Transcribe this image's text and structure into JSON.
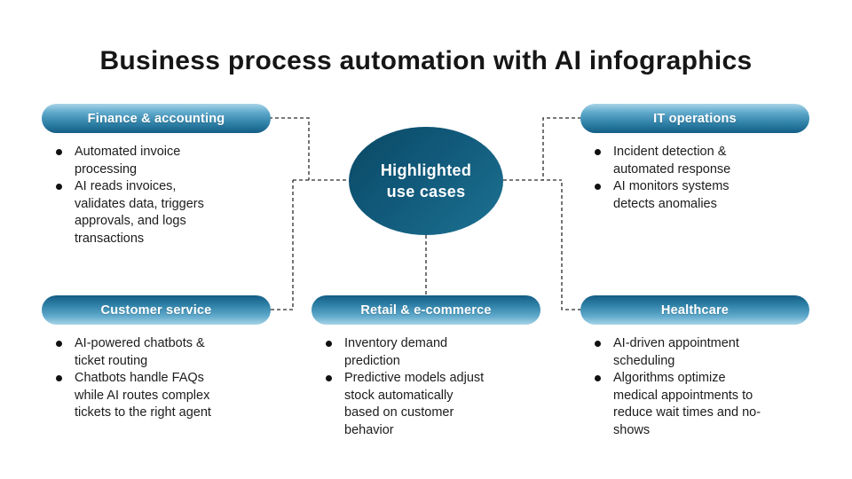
{
  "title": "Business process automation with AI infographics",
  "center": {
    "label": "Highlighted use cases"
  },
  "sections": [
    {
      "id": "finance",
      "label": "Finance & accounting",
      "bullets": [
        "Automated invoice processing",
        "AI reads invoices, validates data, triggers approvals, and logs transactions"
      ]
    },
    {
      "id": "it-operations",
      "label": "IT operations",
      "bullets": [
        "Incident detection & automated response",
        "AI monitors systems detects anomalies"
      ]
    },
    {
      "id": "customer-service",
      "label": "Customer service",
      "bullets": [
        "AI-powered chatbots & ticket routing",
        "Chatbots handle FAQs while AI routes complex tickets to the right agent"
      ]
    },
    {
      "id": "retail-ecommerce",
      "label": "Retail & e-commerce",
      "bullets": [
        "Inventory demand prediction",
        "Predictive models adjust stock automatically based on customer behavior"
      ]
    },
    {
      "id": "healthcare",
      "label": "Healthcare",
      "bullets": [
        "AI-driven appointment scheduling",
        "Algorithms optimize medical appointments to reduce wait times and no-shows"
      ]
    }
  ],
  "colors": {
    "background": "#ffffff",
    "title_text": "#161616",
    "body_text": "#1c1c1c",
    "pill_text": "#ffffff",
    "pill_gradient_light": "#a8d4e6",
    "pill_gradient_mid": "#2e80a6",
    "pill_gradient_dark": "#135d85",
    "ellipse_dark": "#0a4965",
    "ellipse_light": "#1d7292",
    "connector": "#2b2b2b"
  }
}
